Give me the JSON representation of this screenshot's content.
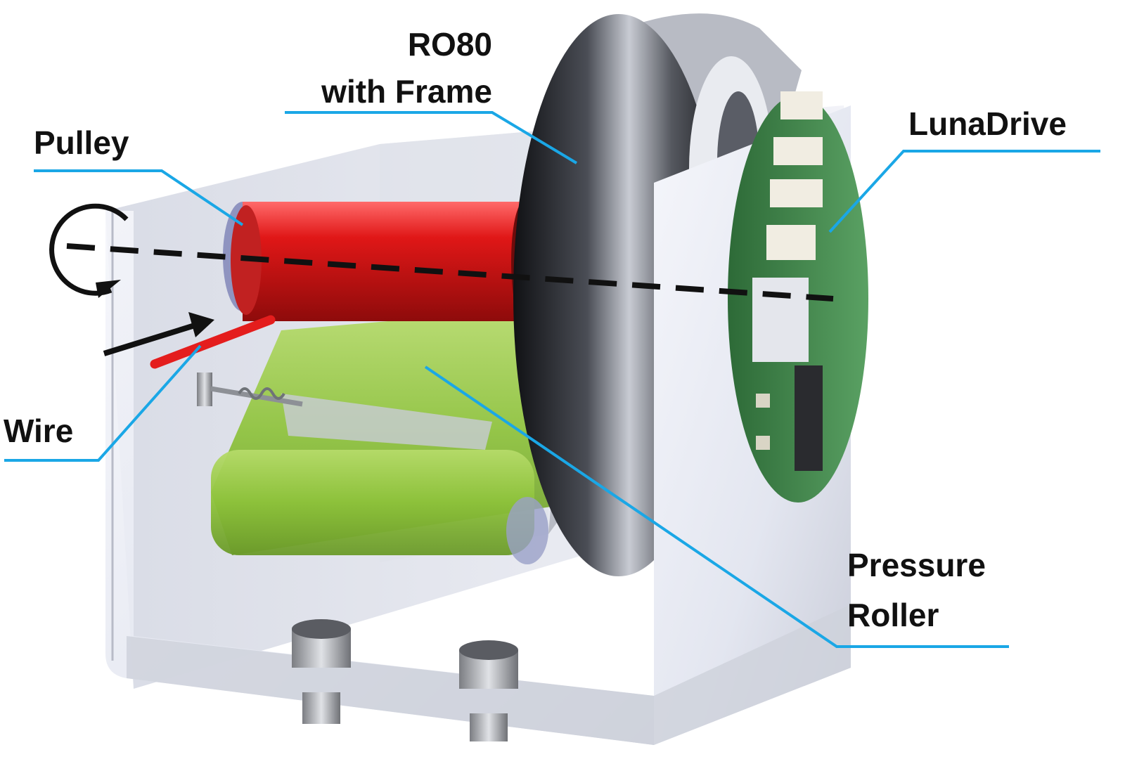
{
  "colors": {
    "leader": "#1aa7e6",
    "housing": "#e7e9f2",
    "pulley": "#d41414",
    "roller": "#93c63a",
    "pcb": "#3f8a4a",
    "drum": "#2b2d33",
    "text": "#111111"
  },
  "labels": {
    "ro80_line1": "RO80",
    "ro80_line2": "with Frame",
    "pulley": "Pulley",
    "lunadrive": "LunaDrive",
    "wire": "Wire",
    "pressure_line1": "Pressure",
    "pressure_line2": "Roller"
  },
  "icons": {
    "rotation": "rotation-arrow-icon",
    "axis": "rotation-axis-dashed-line",
    "feed": "wire-feed-arrow-icon"
  }
}
